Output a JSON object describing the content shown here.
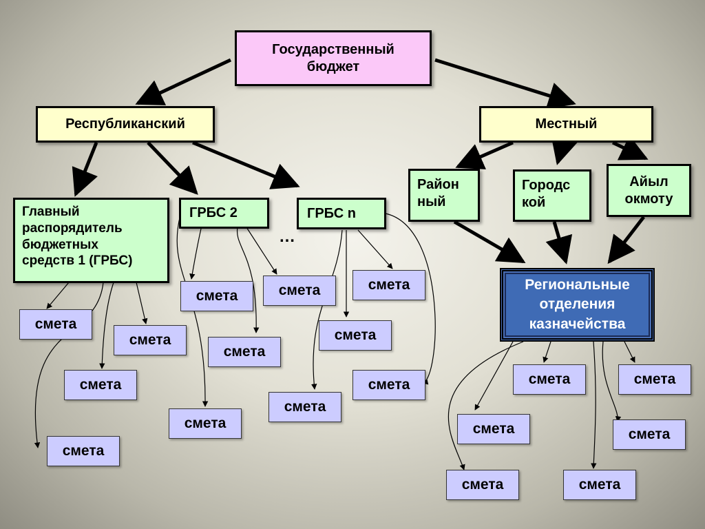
{
  "root": {
    "label": "Государственный\nбюджет"
  },
  "republican": {
    "label": "Республиканский"
  },
  "local": {
    "label": "Местный"
  },
  "grbs1": {
    "label": "Главный\nраспорядитель\nбюджетных\nсредств 1 (ГРБС)"
  },
  "grbs2": {
    "label": "ГРБС 2"
  },
  "grbsn": {
    "label": "ГРБС n"
  },
  "ellipsis": "…",
  "district": {
    "label": "Район\nный"
  },
  "city": {
    "label": "Городс\nкой"
  },
  "aiyl": {
    "label": "Айыл\nокмоту"
  },
  "treasury": {
    "label": "Региональные\nотделения\nказначейства"
  },
  "smeta_label": "смета",
  "colors": {
    "root_fill": "#fbc8f8",
    "level_fill": "#ffffcc",
    "grbs_fill": "#ccffcc",
    "smeta_fill": "#ccccff",
    "treasury_fill": "#3f6bb5"
  }
}
